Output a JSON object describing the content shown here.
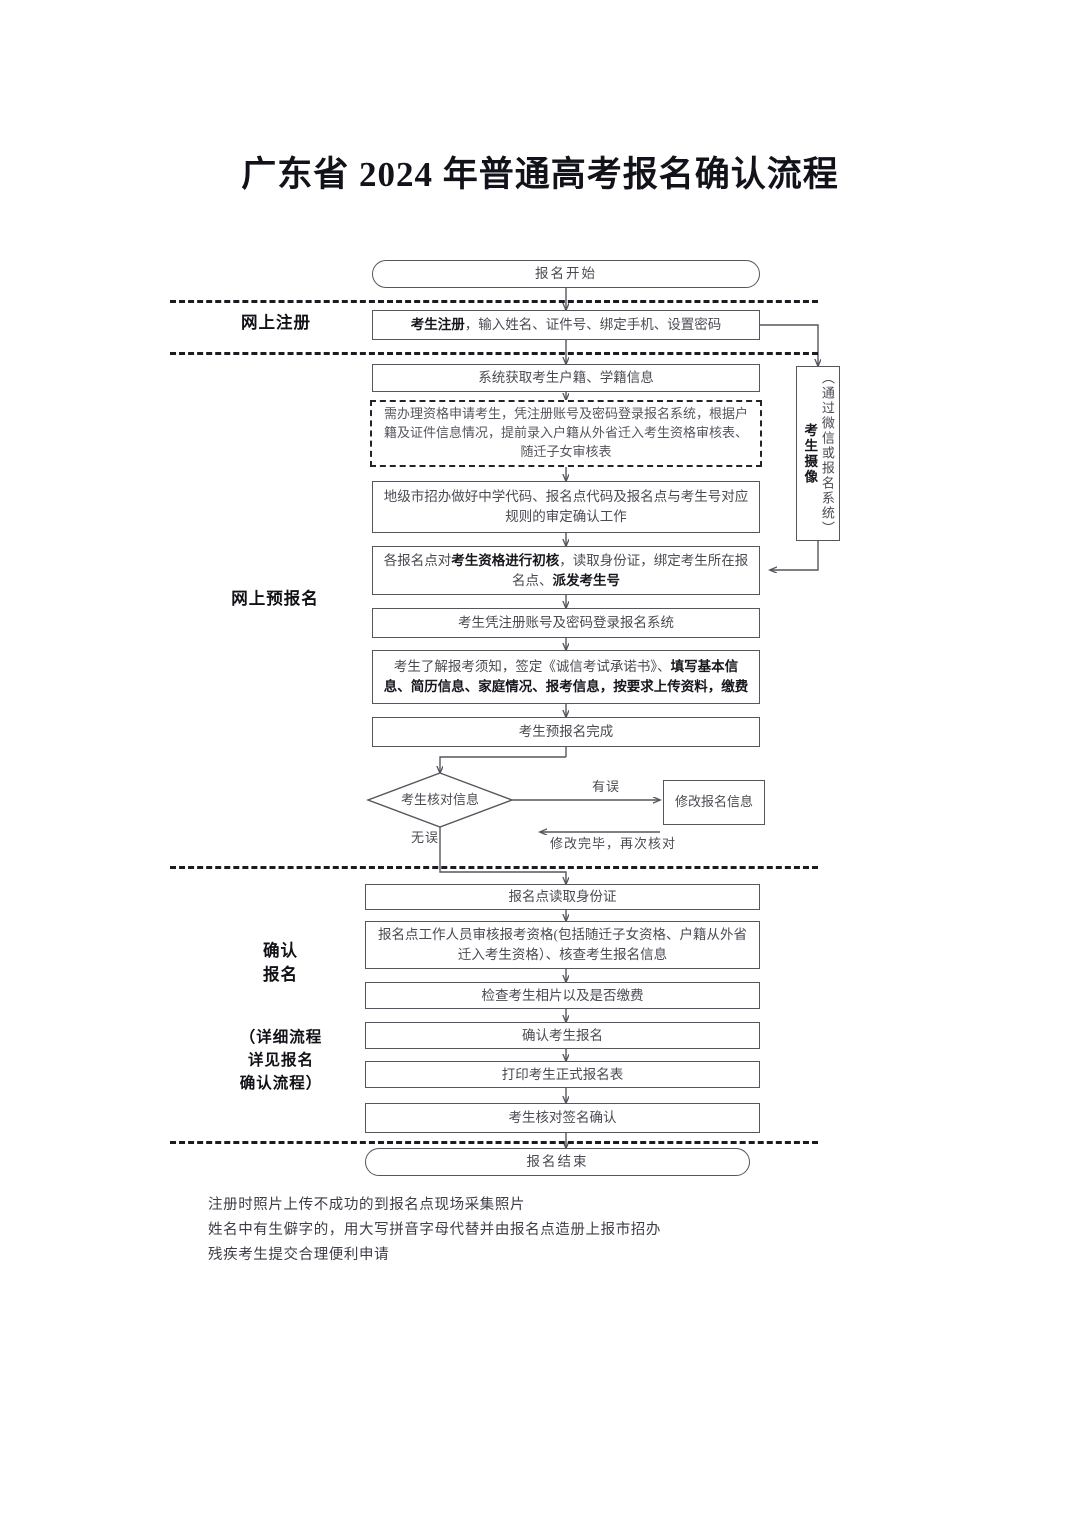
{
  "document": {
    "title": "广东省 2024 年普通高考报名确认流程"
  },
  "side_labels": {
    "online_register": "网上注册",
    "online_pre_register": "网上预报名",
    "confirm_register_line1": "确认",
    "confirm_register_line2": "报名",
    "confirm_note_line1": "（详细流程",
    "confirm_note_line2": "详见报名",
    "confirm_note_line3": "确认流程）"
  },
  "nodes": {
    "start": "报名开始",
    "end": "报名结束",
    "register": {
      "bold_prefix": "考生注册",
      "rest": "，输入姓名、证件号、绑定手机、设置密码"
    },
    "system_fetch": "系统获取考生户籍、学籍信息",
    "qualification_apply": "需办理资格申请考生，凭注册账号及密码登录报名系统，根据户籍及证件信息情况，提前录入户籍从外省迁入考生资格审核表、随迁子女审核表",
    "city_office": "地级市招办做好中学代码、报名点代码及报名点与考生号对应规则的审定确认工作",
    "initial_review": {
      "part1": "各报名点对",
      "bold1": "考生资格进行初核",
      "part2": "，读取身份证，绑定考生所在报名点、",
      "bold2": "派发考生号"
    },
    "login_system": "考生凭注册账号及密码登录报名系统",
    "fill_info": {
      "part1": "考生了解报考须知，签定《诚信考试承诺书》、",
      "bold1": "填写基本信息、简历信息、家庭情况、报考信息，按要求上传资料，缴费"
    },
    "pre_register_done": "考生预报名完成",
    "check_info_decision": "考生核对信息",
    "modify_info": "修改报名信息",
    "read_id_card": "报名点读取身份证",
    "staff_review": "报名点工作人员审核报考资格(包括随迁子女资格、户籍从外省迁入考生资格）、核查考生报名信息",
    "check_photo_fee": "检查考生相片以及是否缴费",
    "confirm_candidate": "确认考生报名",
    "print_form": "打印考生正式报名表",
    "sign_confirm": "考生核对签名确认",
    "photo_capture": {
      "bold_label": "考生摄像",
      "paren_label": "（通过微信或报名系统）"
    }
  },
  "edge_labels": {
    "has_error": "有误",
    "no_error": "无误",
    "modified_recheck": "修改完毕，再次核对"
  },
  "footer_notes": [
    "注册时照片上传不成功的到报名点现场采集照片",
    "姓名中有生僻字的，用大写拼音字母代替并由报名点造册上报市招办",
    "残疾考生提交合理便利申请"
  ],
  "colors": {
    "text": "#4a4a52",
    "stroke": "#55555f",
    "dashed_stroke": "#1b1b22",
    "title": "#12121a",
    "background": "#ffffff"
  }
}
